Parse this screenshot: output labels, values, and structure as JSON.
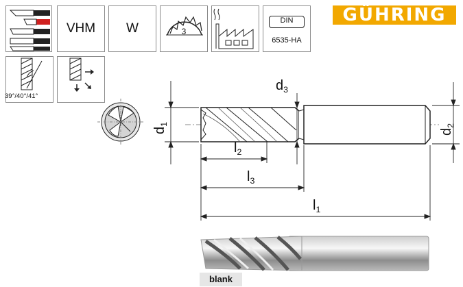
{
  "header": {
    "brand": "GÜHRING",
    "material_label": "VHM",
    "type_label": "W",
    "flutes_count": "3",
    "din_label": "DIN",
    "din_number": "6535-HA",
    "helix_angles": "39°/40°/41°"
  },
  "drawing": {
    "d1": {
      "main": "d",
      "sub": "1"
    },
    "d2": {
      "main": "d",
      "sub": "2"
    },
    "d3": {
      "main": "d",
      "sub": "3"
    },
    "l1": {
      "main": "l",
      "sub": "1"
    },
    "l2": {
      "main": "l",
      "sub": "2"
    },
    "l3": {
      "main": "l",
      "sub": "3"
    }
  },
  "footer": {
    "coating_label": "blank"
  },
  "colors": {
    "brand": "#f2a800",
    "accent_red": "#d0201f"
  }
}
